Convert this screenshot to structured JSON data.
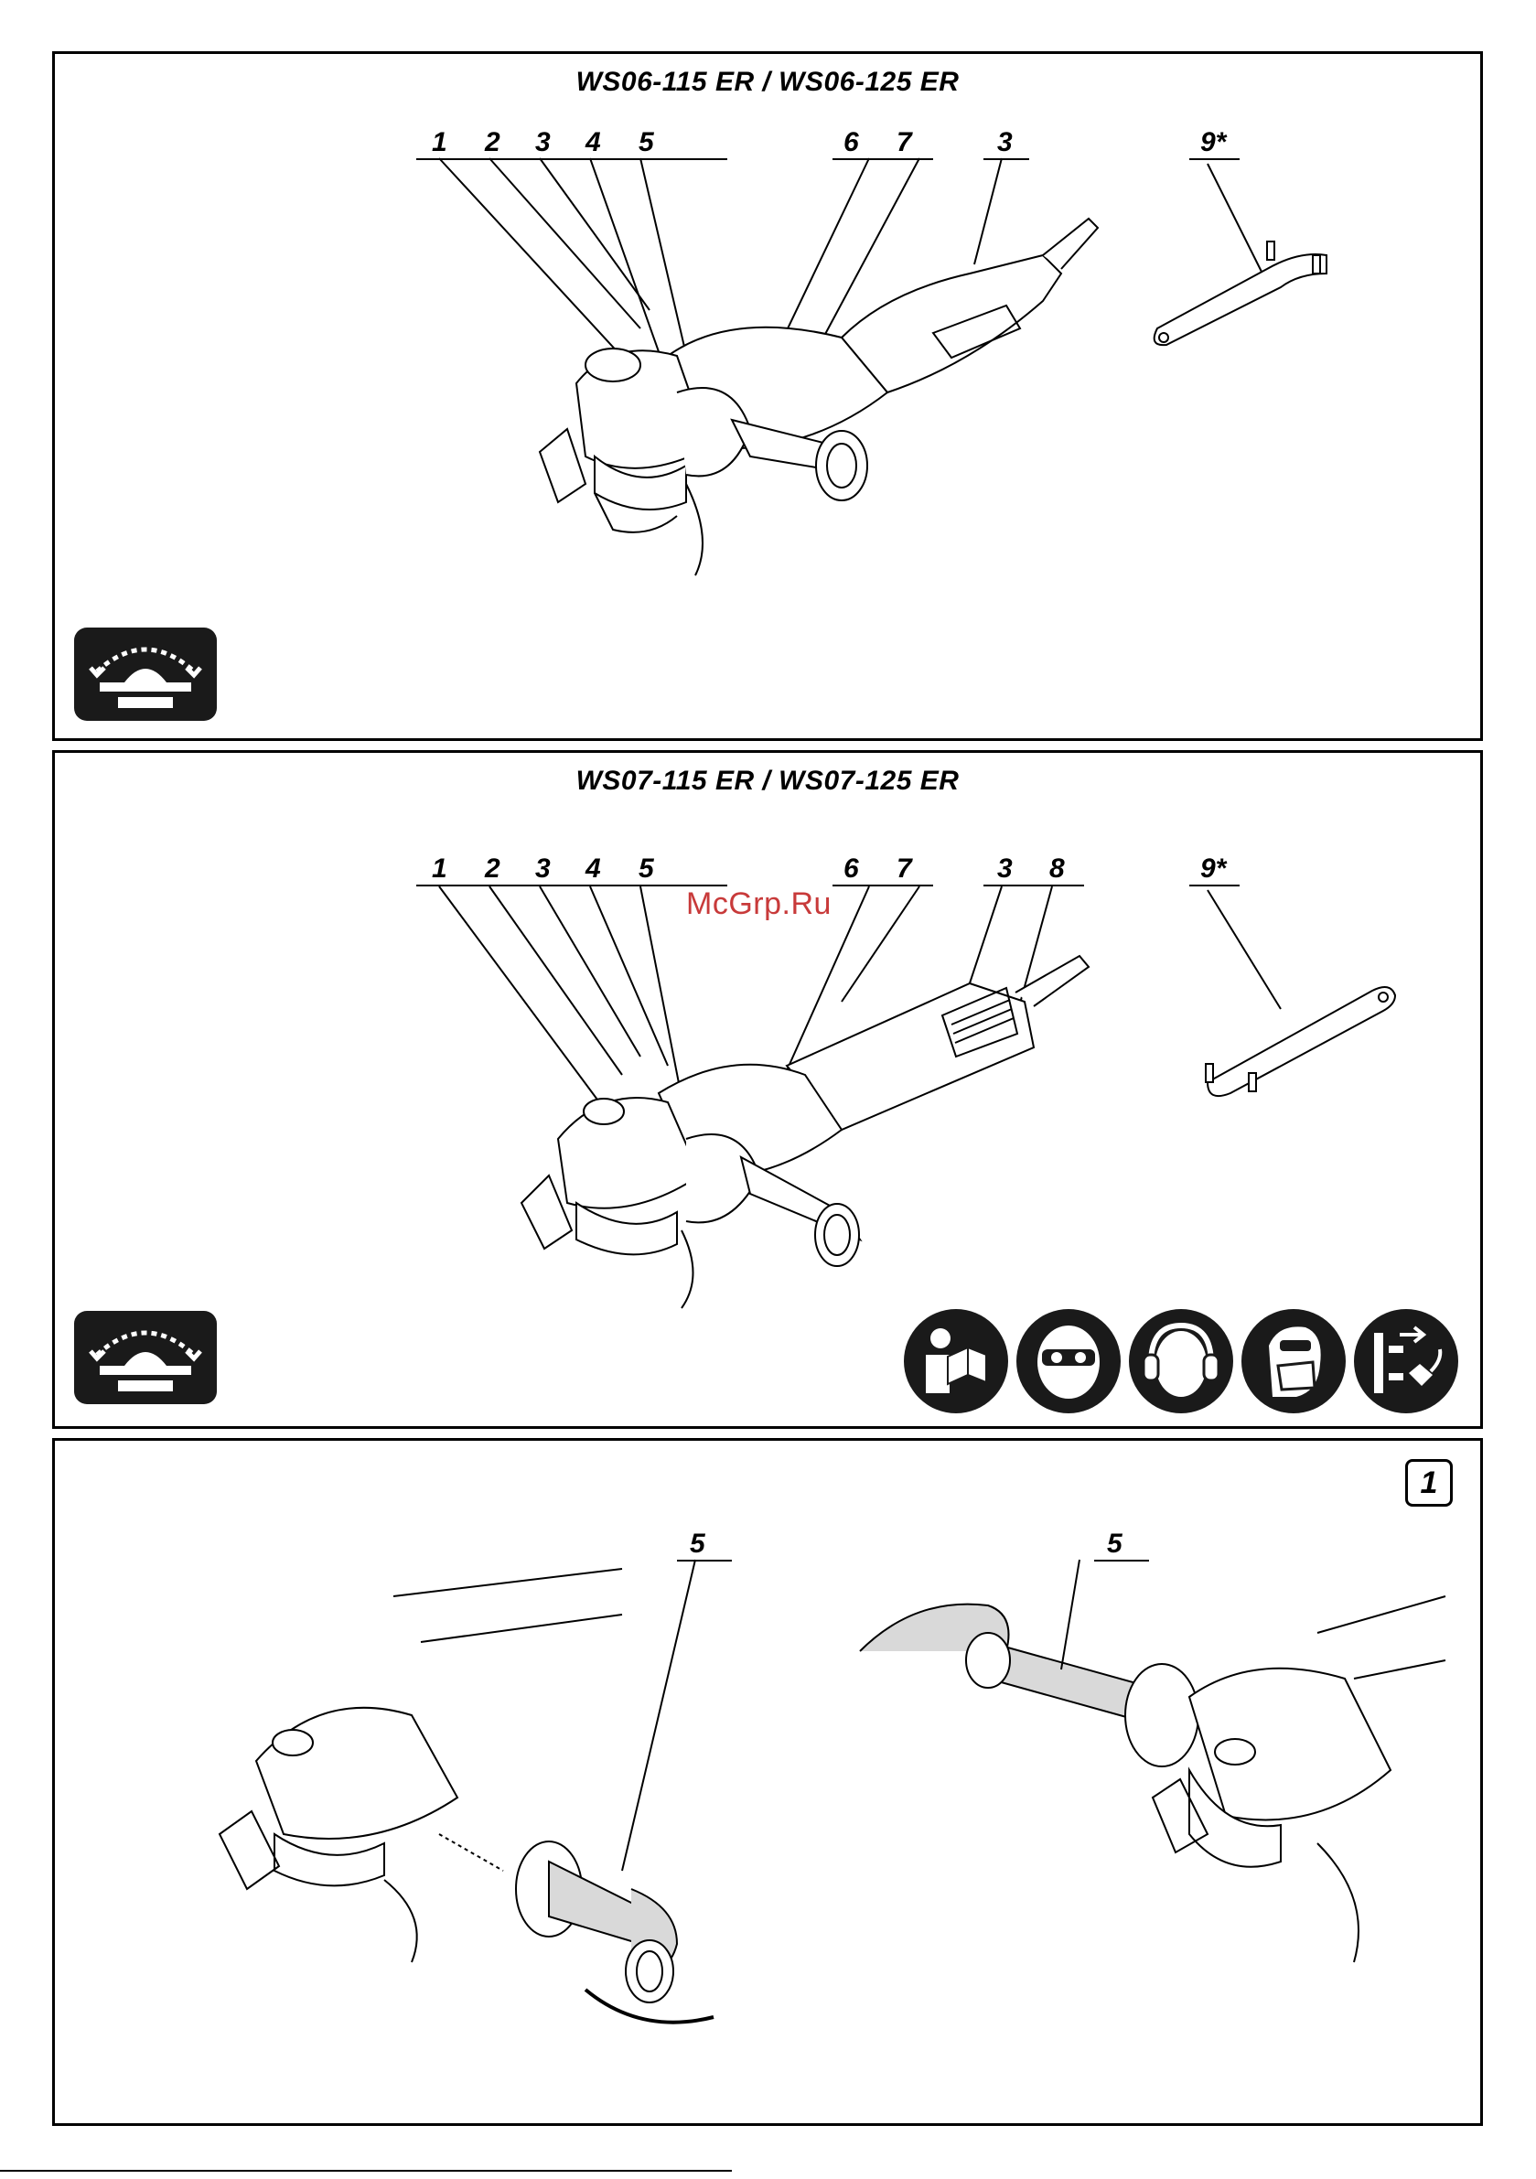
{
  "panel1": {
    "title": "WS06-115 ER / WS06-125 ER",
    "callouts": [
      "1",
      "2",
      "3",
      "4",
      "5",
      "6",
      "7",
      "3",
      "9*"
    ]
  },
  "panel2": {
    "title": "WS07-115 ER / WS07-125 ER",
    "callouts": [
      "1",
      "2",
      "3",
      "4",
      "5",
      "6",
      "7",
      "3",
      "8",
      "9*"
    ],
    "watermark": "McGrp.Ru",
    "safety_icons": [
      "read-manual-icon",
      "eye-protection-icon",
      "ear-protection-icon",
      "dust-mask-icon",
      "unplug-icon"
    ]
  },
  "panel3": {
    "figure_number": "1",
    "callouts": [
      "5",
      "5"
    ]
  }
}
